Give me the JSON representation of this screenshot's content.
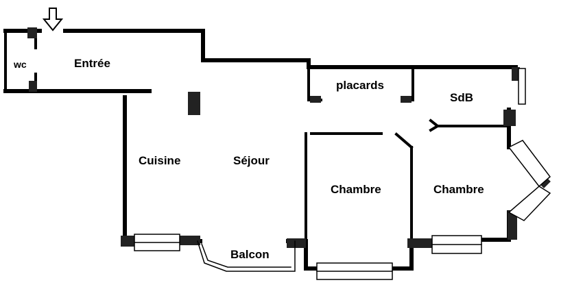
{
  "plan": {
    "rooms": {
      "wc": "wc",
      "entree": "Entrée",
      "placards": "placards",
      "sdb": "SdB",
      "cuisine": "Cuisine",
      "sejour": "Séjour",
      "chambre_1": "Chambre",
      "chambre_2": "Chambre",
      "balcon": "Balcon"
    },
    "entrance_marker": "down-arrow-icon"
  }
}
